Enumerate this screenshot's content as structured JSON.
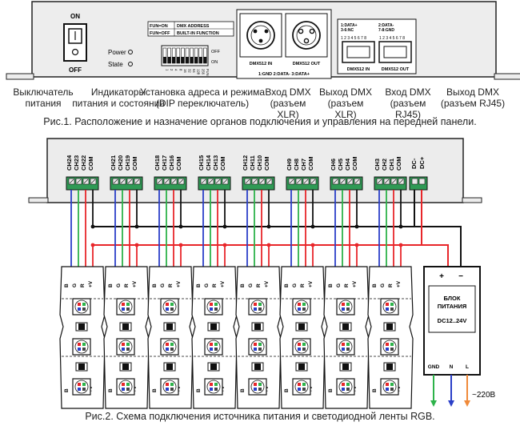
{
  "front_panel": {
    "switch_on": "ON",
    "switch_off": "OFF",
    "indicator_power": "Power",
    "indicator_state": "State",
    "fun_on_label": "FUN=ON",
    "fun_on_desc": "DMX ADDRESS",
    "fun_off_label": "FUN=OFF",
    "fun_off_desc": "BUILT-IN FUNCTION",
    "dip_on": "ON",
    "dip_off": "OFF",
    "dip_labels": [
      "1",
      "2",
      "4",
      "8",
      "16",
      "32",
      "64",
      "128",
      "256",
      "FUN"
    ],
    "xlr_in": "DMX512 IN",
    "xlr_out": "DMX512 OUT",
    "xlr_pinout": "1:GND  2:DATA-  3:DATA+",
    "rj_pinout_left": "1:DATA+\n3-6:NC",
    "rj_pinout_right": "2:DATA-\n7-8:GND",
    "rj_pins": "1 2 3 4 5 6 7 8",
    "rj_in": "DMX512 IN",
    "rj_out": "DMX512 OUT"
  },
  "captions": {
    "c1": "Выключатель\nпитания",
    "c2": "Индикаторы\nпитания и состояния",
    "c3": "Установка адреса и режима\n(DIP переключатель)",
    "c4": "Вход DMX\n(разъем XLR)",
    "c5": "Выход DMX\n(разъем XLR)",
    "c6": "Вход DMX\n(разъем RJ45)",
    "c7": "Выход DMX\n(разъем RJ45)"
  },
  "fig1_title": "Рис.1. Расположение и назначение органов подключения и управления на передней панели.",
  "fig2_title": "Рис.2. Схема подключения источника питания и светодиодной ленты RGB.",
  "terminals": [
    [
      "CH24",
      "CH23",
      "CH22",
      "COM"
    ],
    [
      "CH21",
      "CH20",
      "CH19",
      "COM"
    ],
    [
      "CH18",
      "CH17",
      "CH16",
      "COM"
    ],
    [
      "CH15",
      "CH14",
      "CH13",
      "COM"
    ],
    [
      "CH12",
      "CH11",
      "CH10",
      "COM"
    ],
    [
      "CH9",
      "CH8",
      "CH7",
      "COM"
    ],
    [
      "CH6",
      "CH5",
      "CH4",
      "COM"
    ],
    [
      "CH3",
      "CH2",
      "CH1",
      "COM"
    ]
  ],
  "dc_terminal": [
    "DC-",
    "DC+"
  ],
  "strip_pins": [
    "B",
    "G",
    "R",
    "+V"
  ],
  "psu": {
    "plus": "+",
    "minus": "−",
    "title": "БЛОК\nПИТАНИЯ",
    "voltage": "DC12..24V",
    "pins": [
      "GND",
      "N",
      "L"
    ],
    "mains": "~220В"
  },
  "colors": {
    "red": "#e8262a",
    "green": "#2db34a",
    "blue": "#2a3fc8",
    "black": "#111111",
    "orange": "#f08a3a",
    "panel": "#ececec",
    "terminal": "#2f9a55"
  }
}
